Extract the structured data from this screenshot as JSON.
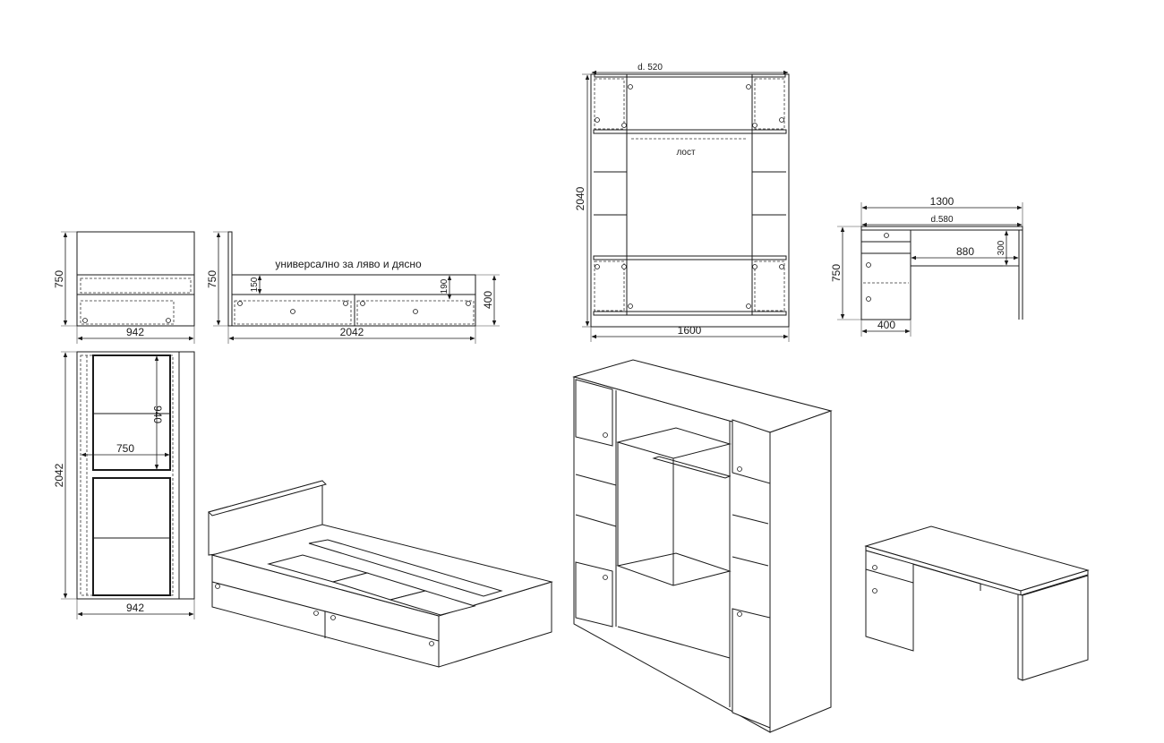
{
  "bed_front": {
    "height": "750",
    "width": "942"
  },
  "bed_side": {
    "height": "750",
    "board": "150",
    "drawer_board": "190",
    "drawer_height": "400",
    "length": "2042",
    "note": "универсално за ляво и дясно"
  },
  "bed_top": {
    "length": "2042",
    "width": "942",
    "inner_height": "940",
    "inner_width": "750"
  },
  "wardrobe": {
    "depth": "d. 520",
    "height": "2040",
    "width": "1600",
    "rod": "лост"
  },
  "desk": {
    "width": "1300",
    "depth": "d.580",
    "height": "750",
    "knee_space": "880",
    "drawer": "300",
    "pedestal": "400"
  }
}
